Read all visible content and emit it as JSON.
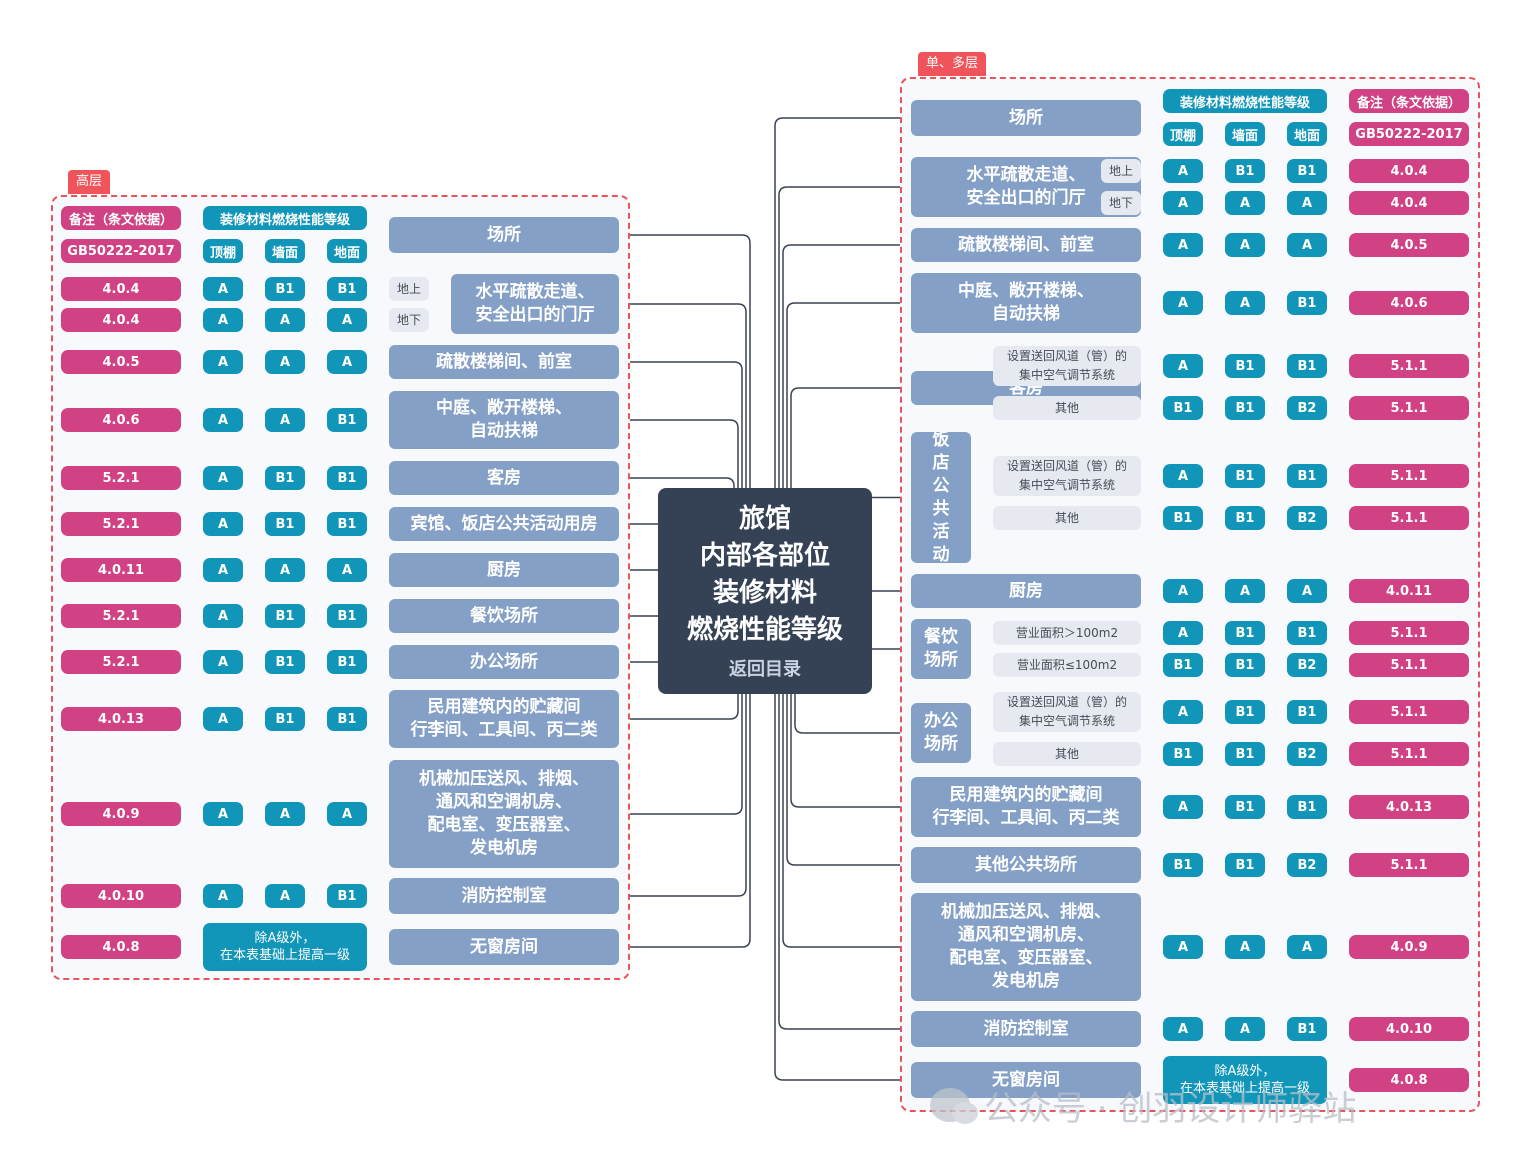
{
  "root": {
    "title": "旅馆\n内部各部位\n装修材料\n燃烧性能等级",
    "link": "返回目录"
  },
  "groups": {
    "high": {
      "tag": "高层"
    },
    "low": {
      "tag": "单、多层"
    }
  },
  "header": {
    "place": "场所",
    "grade": "装修材料燃烧性能等级",
    "note": "备注（条文依据）",
    "ceiling": "顶棚",
    "wall": "墙面",
    "floor": "地面",
    "std": "GB50222-2017"
  },
  "left_rows": [
    {
      "label": "水平疏散走道、\n安全出口的门厅",
      "subs": [
        {
          "sub": "地上",
          "grades": [
            "A",
            "B1",
            "B1"
          ],
          "ref": "4.0.4"
        },
        {
          "sub": "地下",
          "grades": [
            "A",
            "A",
            "A"
          ],
          "ref": "4.0.4"
        }
      ]
    },
    {
      "label": "疏散楼梯间、前室",
      "grades": [
        "A",
        "A",
        "A"
      ],
      "ref": "4.0.5"
    },
    {
      "label": "中庭、敞开楼梯、\n自动扶梯",
      "grades": [
        "A",
        "A",
        "B1"
      ],
      "ref": "4.0.6"
    },
    {
      "label": "客房",
      "grades": [
        "A",
        "B1",
        "B1"
      ],
      "ref": "5.2.1"
    },
    {
      "label": "宾馆、饭店公共活动用房",
      "grades": [
        "A",
        "B1",
        "B1"
      ],
      "ref": "5.2.1"
    },
    {
      "label": "厨房",
      "grades": [
        "A",
        "A",
        "A"
      ],
      "ref": "4.0.11"
    },
    {
      "label": "餐饮场所",
      "grades": [
        "A",
        "B1",
        "B1"
      ],
      "ref": "5.2.1"
    },
    {
      "label": "办公场所",
      "grades": [
        "A",
        "B1",
        "B1"
      ],
      "ref": "5.2.1"
    },
    {
      "label": "民用建筑内的贮藏间\n行李间、工具间、丙二类",
      "grades": [
        "A",
        "B1",
        "B1"
      ],
      "ref": "4.0.13"
    },
    {
      "label": "机械加压送风、排烟、\n通风和空调机房、\n配电室、变压器室、\n发电机房",
      "grades": [
        "A",
        "A",
        "A"
      ],
      "ref": "4.0.9"
    },
    {
      "label": "消防控制室",
      "grades": [
        "A",
        "A",
        "B1"
      ],
      "ref": "4.0.10"
    },
    {
      "label": "无窗房间",
      "special": "除A级外，\n在本表基础上提高一级",
      "ref": "4.0.8"
    }
  ],
  "right_rows": [
    {
      "label": "水平疏散走道、\n安全出口的门厅",
      "subs": [
        {
          "sub": "地上",
          "grades": [
            "A",
            "B1",
            "B1"
          ],
          "ref": "4.0.4"
        },
        {
          "sub": "地下",
          "grades": [
            "A",
            "A",
            "A"
          ],
          "ref": "4.0.4"
        }
      ]
    },
    {
      "label": "疏散楼梯间、前室",
      "grades": [
        "A",
        "A",
        "A"
      ],
      "ref": "4.0.5"
    },
    {
      "label": "中庭、敞开楼梯、\n自动扶梯",
      "grades": [
        "A",
        "A",
        "B1"
      ],
      "ref": "4.0.6"
    },
    {
      "label": "客房",
      "subs": [
        {
          "sub": "设置送回风道（管）的\n集中空气调节系统",
          "grades": [
            "A",
            "B1",
            "B1"
          ],
          "ref": "5.1.1"
        },
        {
          "sub": "其他",
          "grades": [
            "B1",
            "B1",
            "B2"
          ],
          "ref": "5.1.1"
        }
      ]
    },
    {
      "label": "宾\n馆\n饭\n店\n公\n共\n活\n动\n用\n房",
      "subs": [
        {
          "sub": "设置送回风道（管）的\n集中空气调节系统",
          "grades": [
            "A",
            "B1",
            "B1"
          ],
          "ref": "5.1.1"
        },
        {
          "sub": "其他",
          "grades": [
            "B1",
            "B1",
            "B2"
          ],
          "ref": "5.1.1"
        }
      ]
    },
    {
      "label": "厨房",
      "grades": [
        "A",
        "A",
        "A"
      ],
      "ref": "4.0.11"
    },
    {
      "label": "餐饮\n场所",
      "subs": [
        {
          "sub": "营业面积＞100m2",
          "grades": [
            "A",
            "B1",
            "B1"
          ],
          "ref": "5.1.1"
        },
        {
          "sub": "营业面积≤100m2",
          "grades": [
            "B1",
            "B1",
            "B2"
          ],
          "ref": "5.1.1"
        }
      ]
    },
    {
      "label": "办公\n场所",
      "subs": [
        {
          "sub": "设置送回风道（管）的\n集中空气调节系统",
          "grades": [
            "A",
            "B1",
            "B1"
          ],
          "ref": "5.1.1"
        },
        {
          "sub": "其他",
          "grades": [
            "B1",
            "B1",
            "B2"
          ],
          "ref": "5.1.1"
        }
      ]
    },
    {
      "label": "民用建筑内的贮藏间\n行李间、工具间、丙二类",
      "grades": [
        "A",
        "B1",
        "B1"
      ],
      "ref": "4.0.13"
    },
    {
      "label": "其他公共场所",
      "grades": [
        "B1",
        "B1",
        "B2"
      ],
      "ref": "5.1.1"
    },
    {
      "label": "机械加压送风、排烟、\n通风和空调机房、\n配电室、变压器室、\n发电机房",
      "grades": [
        "A",
        "A",
        "A"
      ],
      "ref": "4.0.9"
    },
    {
      "label": "消防控制室",
      "grades": [
        "A",
        "A",
        "B1"
      ],
      "ref": "4.0.10"
    },
    {
      "label": "无窗房间",
      "special": "除A级外，\n在本表基础上提高一级",
      "ref": "4.0.8"
    }
  ],
  "watermark": "公众号 · 创羽设计师驿站",
  "colors": {
    "row": "#84a0c6",
    "grade": "#1196b9",
    "ref": "#d04283",
    "root": "#354256",
    "wire": "#3a4352",
    "dash": "#e8545a"
  }
}
